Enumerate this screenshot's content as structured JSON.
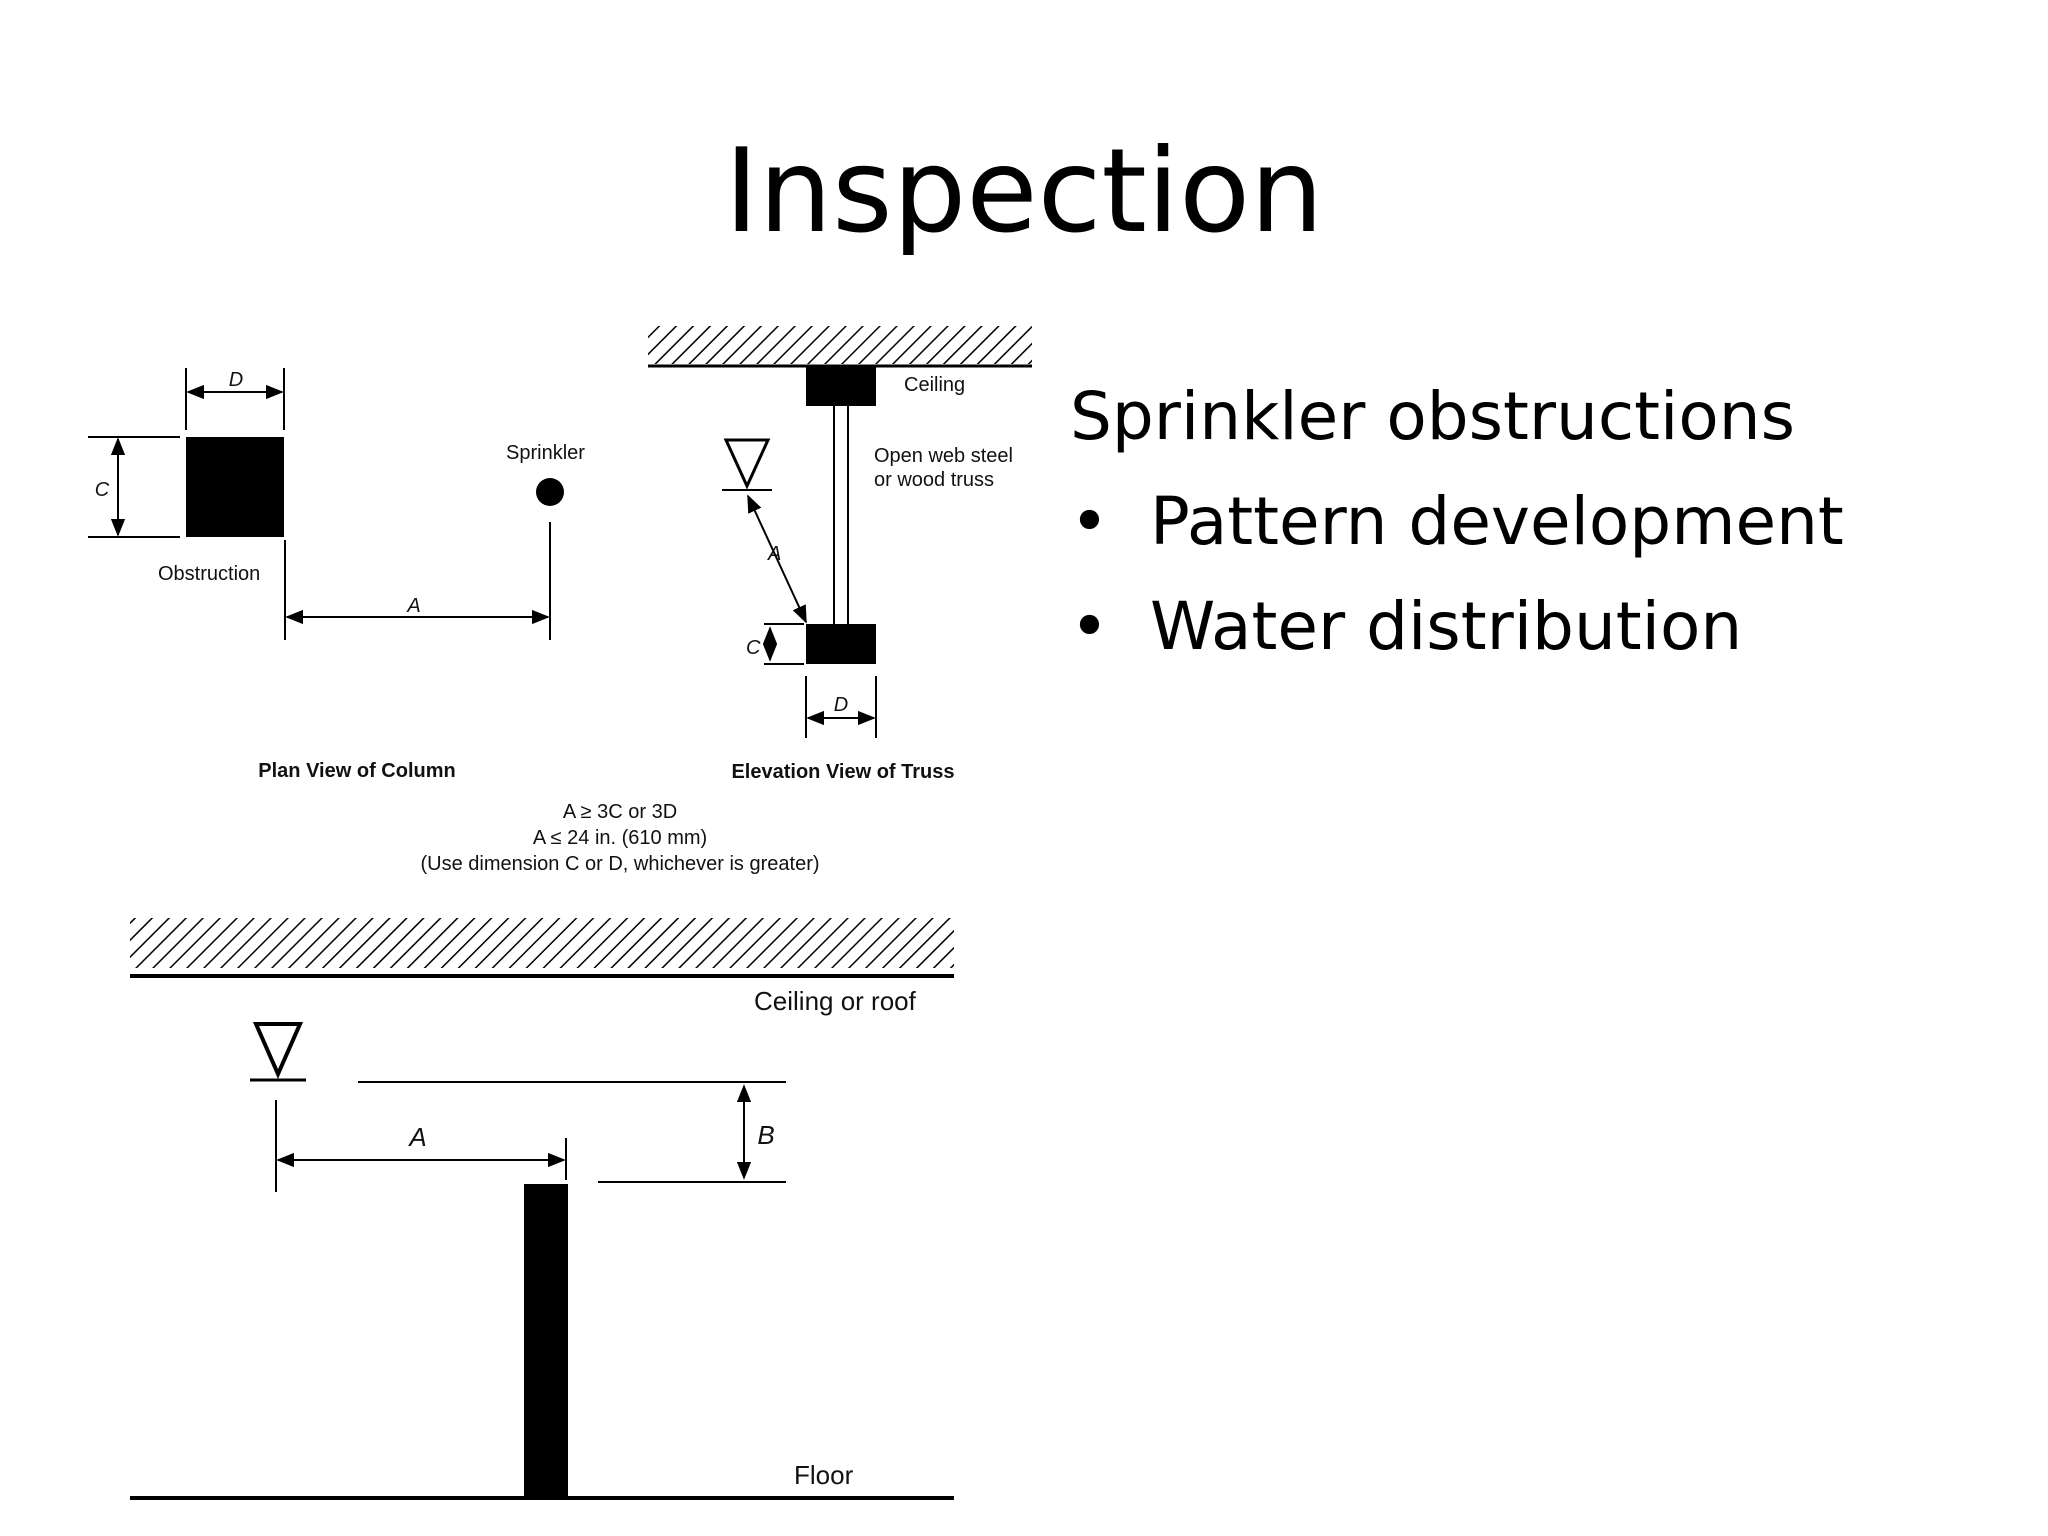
{
  "slide": {
    "title": "Inspection",
    "heading": "Sprinkler obstructions",
    "bullet_char": "•",
    "bullets": [
      "Pattern development",
      "Water distribution"
    ]
  },
  "diagram": {
    "plan": {
      "label_d": "D",
      "label_c": "C",
      "label_a": "A",
      "sprinkler": "Sprinkler",
      "obstruction": "Obstruction",
      "caption": "Plan View of Column"
    },
    "elevation": {
      "ceiling": "Ceiling",
      "truss_line1": "Open web steel",
      "truss_line2": "or wood truss",
      "label_a": "A",
      "label_c": "C",
      "label_d": "D",
      "caption": "Elevation View of Truss"
    },
    "rules": {
      "line1": "A ≥ 3C or 3D",
      "line2": "A ≤ 24 in. (610 mm)",
      "line3": "(Use dimension C or D, whichever is greater)"
    },
    "lower": {
      "ceiling": "Ceiling or roof",
      "label_a": "A",
      "label_b": "B",
      "floor": "Floor"
    }
  }
}
